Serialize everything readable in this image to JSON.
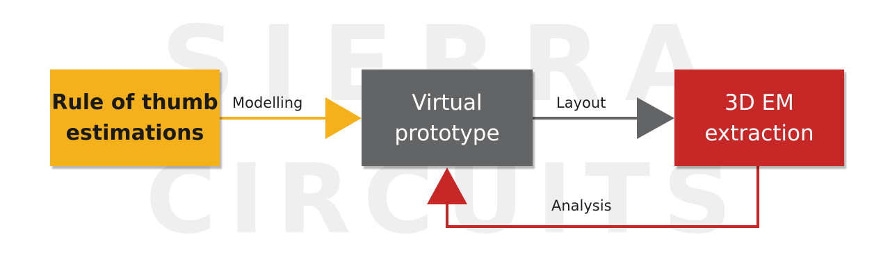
{
  "watermark": {
    "line1": "SIERRA",
    "line2": "CIRCUITS"
  },
  "nodes": {
    "rule_of_thumb": {
      "line1": "Rule of thumb",
      "line2": "estimations",
      "color": "#f5b11b"
    },
    "virtual_prototype": {
      "line1": "Virtual",
      "line2": "prototype",
      "color": "#636466"
    },
    "em_extraction": {
      "line1": "3D EM",
      "line2": "extraction",
      "color": "#c62827"
    }
  },
  "edges": {
    "modelling": {
      "label": "Modelling",
      "color": "#f5b11b"
    },
    "layout": {
      "label": "Layout",
      "color": "#636466"
    },
    "analysis": {
      "label": "Analysis",
      "color": "#c62827"
    }
  }
}
